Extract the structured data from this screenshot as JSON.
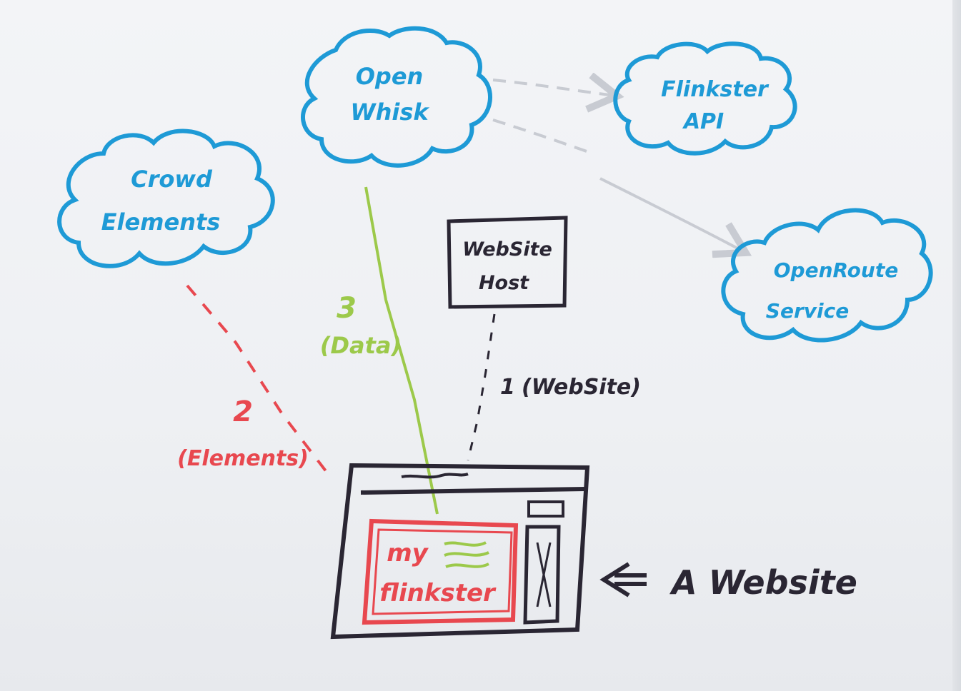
{
  "nodes": {
    "openwhisk": {
      "line1": "Open",
      "line2": "Whisk"
    },
    "crowd_elements": {
      "line1": "Crowd",
      "line2": "Elements"
    },
    "flinkster_api": {
      "line1": "Flinkster",
      "line2": "API"
    },
    "openroute_service": {
      "line1": "OpenRoute",
      "line2": "Service"
    },
    "website_host": {
      "line1": "WebSite",
      "line2": "Host"
    }
  },
  "edges": {
    "website": {
      "number": "1",
      "label": "(WebSite)"
    },
    "elements": {
      "number": "2",
      "label": "(Elements)"
    },
    "data": {
      "number": "3",
      "label": "(Data)"
    }
  },
  "browser": {
    "widget_line1": "my",
    "widget_line2": "flinkster"
  },
  "annotation": {
    "label": "A Website"
  },
  "colors": {
    "cloud": "#1e9ad6",
    "ink": "#2a2633",
    "elements_edge": "#e8484f",
    "data_edge": "#9cc94a",
    "api_edge": "#c8cbd2"
  }
}
